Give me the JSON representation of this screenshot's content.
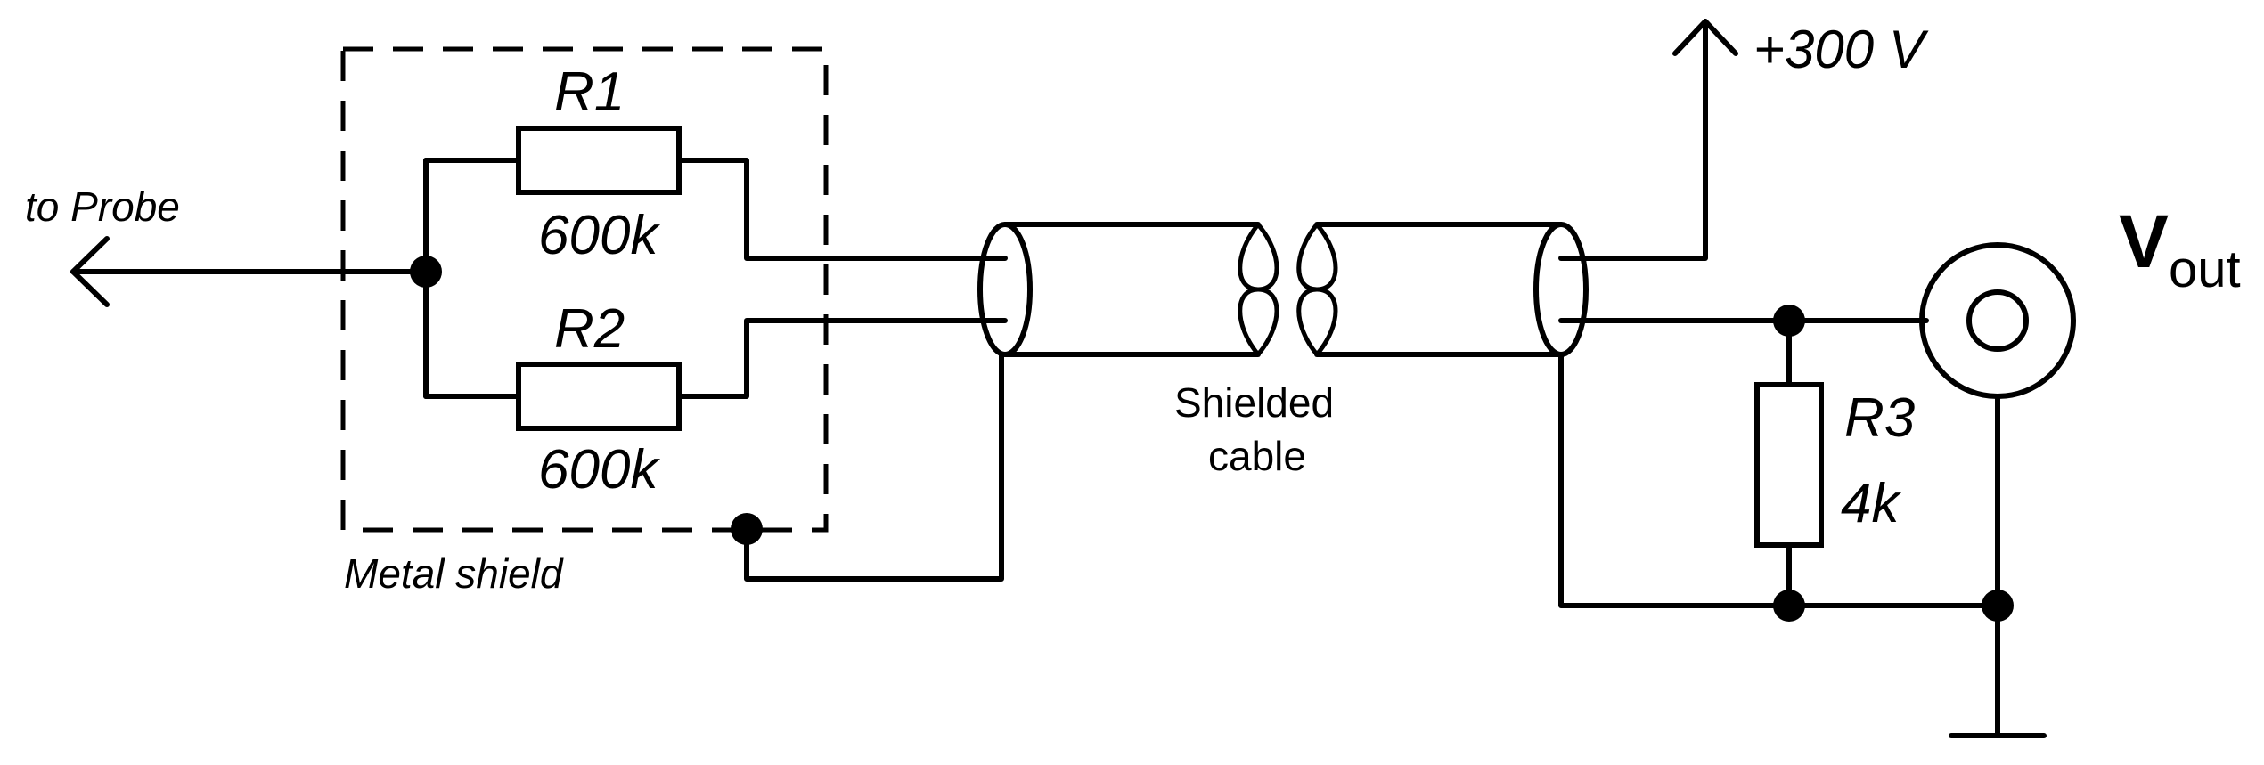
{
  "labels": {
    "to_probe": "to Probe",
    "r1_name": "R1",
    "r1_value": "600k",
    "r2_name": "R2",
    "r2_value": "600k",
    "metal_shield": "Metal shield",
    "cable_line1": "Shielded",
    "cable_line2": "cable",
    "supply": "+300 V",
    "r3_name": "R3",
    "r3_value": "4k",
    "vout_main": "V",
    "vout_sub": "out"
  },
  "colors": {
    "ink": "#000000",
    "background": "#ffffff"
  },
  "icons": {
    "probe_arrow": "arrow-left-icon",
    "supply_arrow": "arrow-up-icon",
    "connector": "coaxial-connector-icon",
    "ground": "ground-icon"
  }
}
